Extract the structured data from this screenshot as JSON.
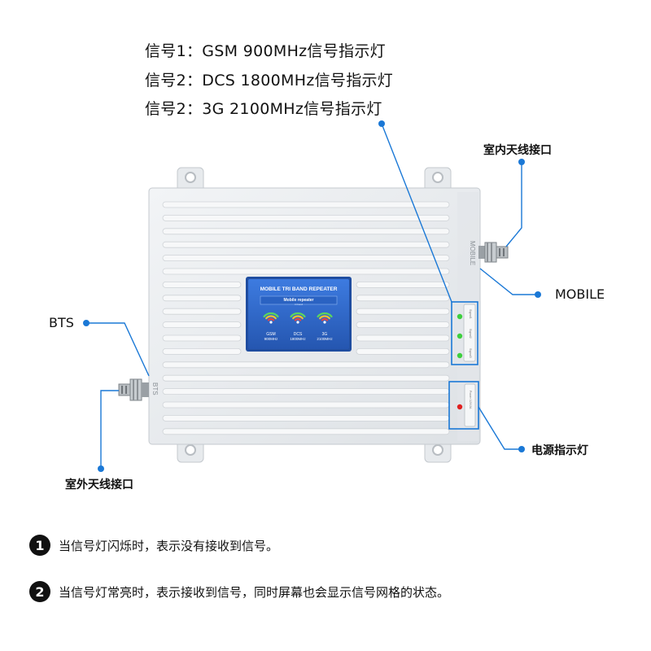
{
  "headings": [
    "信号1：GSM 900MHz信号指示灯",
    "信号2：DCS 1800MHz信号指示灯",
    "信号2：3G 2100MHz信号指示灯"
  ],
  "labels": {
    "indoor_antenna": "室内天线接口",
    "mobile": "MOBILE",
    "bts": "BTS",
    "outdoor_antenna": "室外天线接口",
    "power_indicator": "电源指示灯"
  },
  "device": {
    "side_mobile": "MOBILE",
    "side_bts": "BTS",
    "screen_title": "MOBILE TRI BAND REPEATER",
    "screen_subtitle": "Mobile repeater",
    "screen_subtitle2": "tri band",
    "band1_name": "GSM",
    "band1_freq": "900MHz",
    "band2_name": "DCS",
    "band2_freq": "1800MHz",
    "band3_name": "3G",
    "band3_freq": "2100MHz",
    "led_labels": [
      "Signal1",
      "Signal2",
      "Signal3"
    ],
    "power_label": "Power 12V/2A"
  },
  "notes": [
    {
      "num": "1",
      "text": "当信号灯闪烁时，表示没有接收到信号。"
    },
    {
      "num": "2",
      "text": "当信号灯常亮时，表示接收到信号，同时屏幕也会显示信号网格的状态。"
    }
  ],
  "colors": {
    "callout": "#1a78d6",
    "screen": "#2e68c6",
    "led_green": "#3ecf3e",
    "led_red": "#e02020",
    "body": "#e9ecef"
  }
}
